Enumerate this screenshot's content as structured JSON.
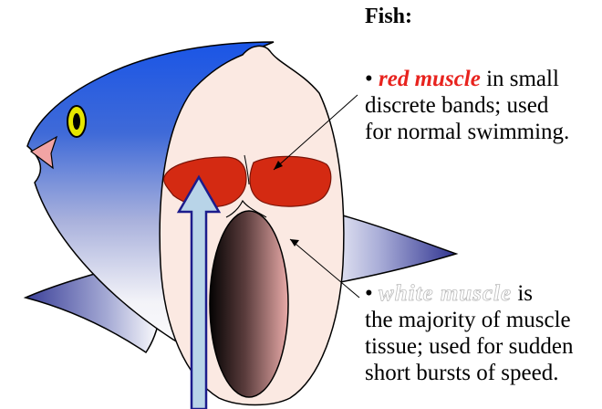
{
  "heading": "Fish:",
  "annotations": {
    "red": {
      "bullet": "•",
      "term": "red muscle",
      "line1_rest": " in small",
      "line2": "discrete bands; used",
      "line3": "for normal swimming."
    },
    "white": {
      "bullet": "•",
      "term": "white muscle",
      "line1_rest": " is",
      "line2": "the majority of muscle",
      "line3": "tissue; used for sudden",
      "line4": "short bursts of speed."
    }
  },
  "colors": {
    "red_muscle": "#d42a12",
    "white_muscle_cross_section": "#fbe9e2",
    "fish_back": "#1f5ee8",
    "fish_belly": "#f4f4f8",
    "fins": "#5a5faf",
    "eye": "#e6e600",
    "gill": "#f0a0a0",
    "arrow_fill": "#b8d4e8",
    "arrow_stroke": "#1c1c8c"
  }
}
